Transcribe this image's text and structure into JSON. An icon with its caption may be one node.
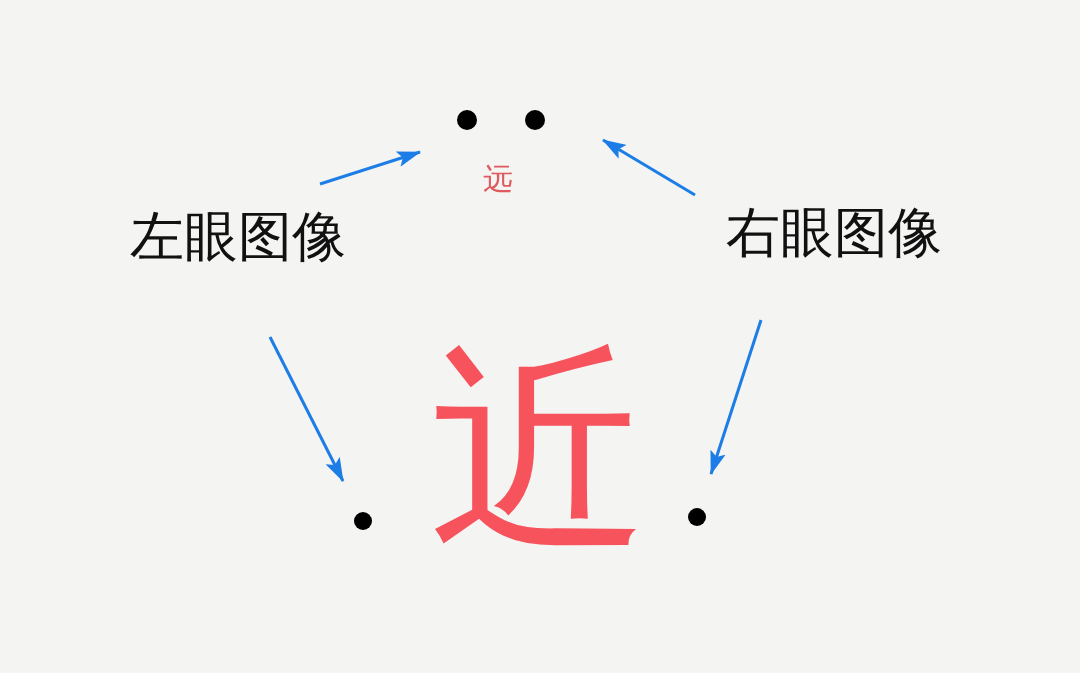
{
  "diagram": {
    "nodes": [
      {
        "text": [],
        "shape": "circle"
      },
      {
        "text": [],
        "shape": "circle"
      },
      {
        "text": [
          "左眼图像"
        ]
      },
      {
        "text": [
          "右眼图像"
        ]
      },
      {
        "text": [],
        "shape": "circle"
      },
      {
        "text": [],
        "shape": "circle"
      }
    ],
    "edges": [
      {
        "from": 2,
        "to": 0,
        "arrow": "to"
      },
      {
        "from": 3,
        "to": 1,
        "arrow": "to"
      },
      {
        "from": 2,
        "to": 4,
        "arrow": "to"
      },
      {
        "from": 3,
        "to": 5,
        "arrow": "to"
      }
    ],
    "labels": [
      "远",
      "近"
    ]
  }
}
